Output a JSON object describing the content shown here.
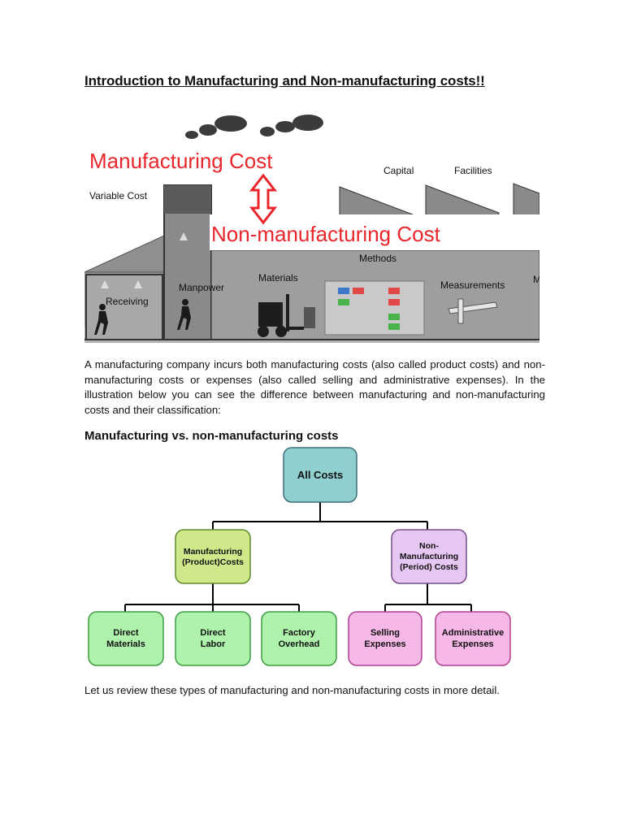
{
  "document": {
    "title": "Introduction to Manufacturing and Non-manufacturing costs!!",
    "paragraph": "A manufacturing company incurs both manufacturing costs (also called product costs) and non-manufacturing costs or expenses (also called selling and administrative expenses). In the illustration below you can see the difference between manufacturing and non-manufacturing costs and their classification:",
    "subheading": "Manufacturing vs. non-manufacturing costs",
    "closing": "Let us review these types of manufacturing and non-manufacturing costs in more detail."
  },
  "illustration": {
    "main_label": "Manufacturing Cost",
    "secondary_label": "Non-manufacturing Cost",
    "labels": {
      "variable_cost": "Variable Cost",
      "capital": "Capital",
      "facilities": "Facilities",
      "methods": "Methods",
      "materials": "Materials",
      "manpower": "Manpower",
      "receiving": "Receiving",
      "measurements": "Measurements",
      "cut_m": "M"
    },
    "colors": {
      "red": "#e8262b",
      "factory": "#8d8d8d",
      "dark": "#3a3a3a"
    }
  },
  "diagram": {
    "root": {
      "line1": "All Costs"
    },
    "manufacturing": {
      "line1": "Manufacturing",
      "line2": "(Product)Costs"
    },
    "non_manufacturing": {
      "line1": "Non-",
      "line2": "Manufacturing",
      "line3": "(Period) Costs"
    },
    "direct_materials": {
      "line1": "Direct",
      "line2": "Materials"
    },
    "direct_labor": {
      "line1": "Direct",
      "line2": "Labor"
    },
    "factory_overhead": {
      "line1": "Factory",
      "line2": "Overhead"
    },
    "selling_expenses": {
      "line1": "Selling",
      "line2": "Expenses"
    },
    "administrative_expenses": {
      "line1": "Administrative",
      "line2": "Expenses"
    },
    "colors": {
      "root": "#8fcfcf",
      "manufacturing": "#cfe88a",
      "non_manufacturing": "#e6c6f2",
      "leaf_green": "#aef2ab",
      "leaf_pink": "#f6b8e6"
    }
  }
}
